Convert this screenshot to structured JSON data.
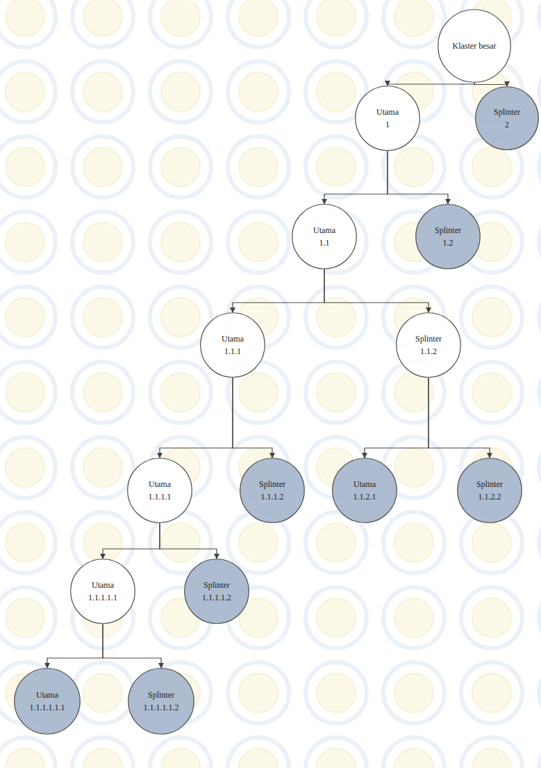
{
  "diagram": {
    "nodes": [
      {
        "text": [
          "Klaster besar"
        ]
      },
      {
        "text": [
          "Utama 1"
        ]
      },
      {
        "text": [
          "Splinter 2"
        ]
      },
      {
        "text": [
          "Utama 1.1"
        ]
      },
      {
        "text": [
          "Splinter 1.2"
        ]
      },
      {
        "text": [
          "Utama 1.1.1"
        ]
      },
      {
        "text": [
          "Splinter 1.1.2"
        ]
      },
      {
        "text": [
          "Utama 1.1.1.1"
        ]
      },
      {
        "text": [
          "Splinter 1.1.1.2"
        ]
      },
      {
        "text": [
          "Utama 1.1.2.1"
        ]
      },
      {
        "text": [
          "Splinter 1.1.2.2"
        ]
      },
      {
        "text": [
          "Utama 1.1.1.1.1"
        ]
      },
      {
        "text": [
          "Splinter 1.1.1.1.2"
        ]
      },
      {
        "text": [
          "Utama 1.1.1.1.1.1"
        ]
      },
      {
        "text": [
          "Splinter 1.1.1.1.1.2"
        ]
      }
    ],
    "edges": [
      {
        "from": 0,
        "to": 1,
        "arrow": "to"
      },
      {
        "from": 0,
        "to": 2,
        "arrow": "to"
      },
      {
        "from": 1,
        "to": 3,
        "arrow": "to"
      },
      {
        "from": 1,
        "to": 4,
        "arrow": "to"
      },
      {
        "from": 3,
        "to": 5,
        "arrow": "to"
      },
      {
        "from": 3,
        "to": 6,
        "arrow": "to"
      },
      {
        "from": 5,
        "to": 7,
        "arrow": "to"
      },
      {
        "from": 5,
        "to": 8,
        "arrow": "to"
      },
      {
        "from": 6,
        "to": 9,
        "arrow": "to"
      },
      {
        "from": 6,
        "to": 10,
        "arrow": "to"
      },
      {
        "from": 7,
        "to": 11,
        "arrow": "to"
      },
      {
        "from": 7,
        "to": 12,
        "arrow": "to"
      },
      {
        "from": 11,
        "to": 13,
        "arrow": "to"
      },
      {
        "from": 11,
        "to": 14,
        "arrow": "to"
      }
    ]
  }
}
